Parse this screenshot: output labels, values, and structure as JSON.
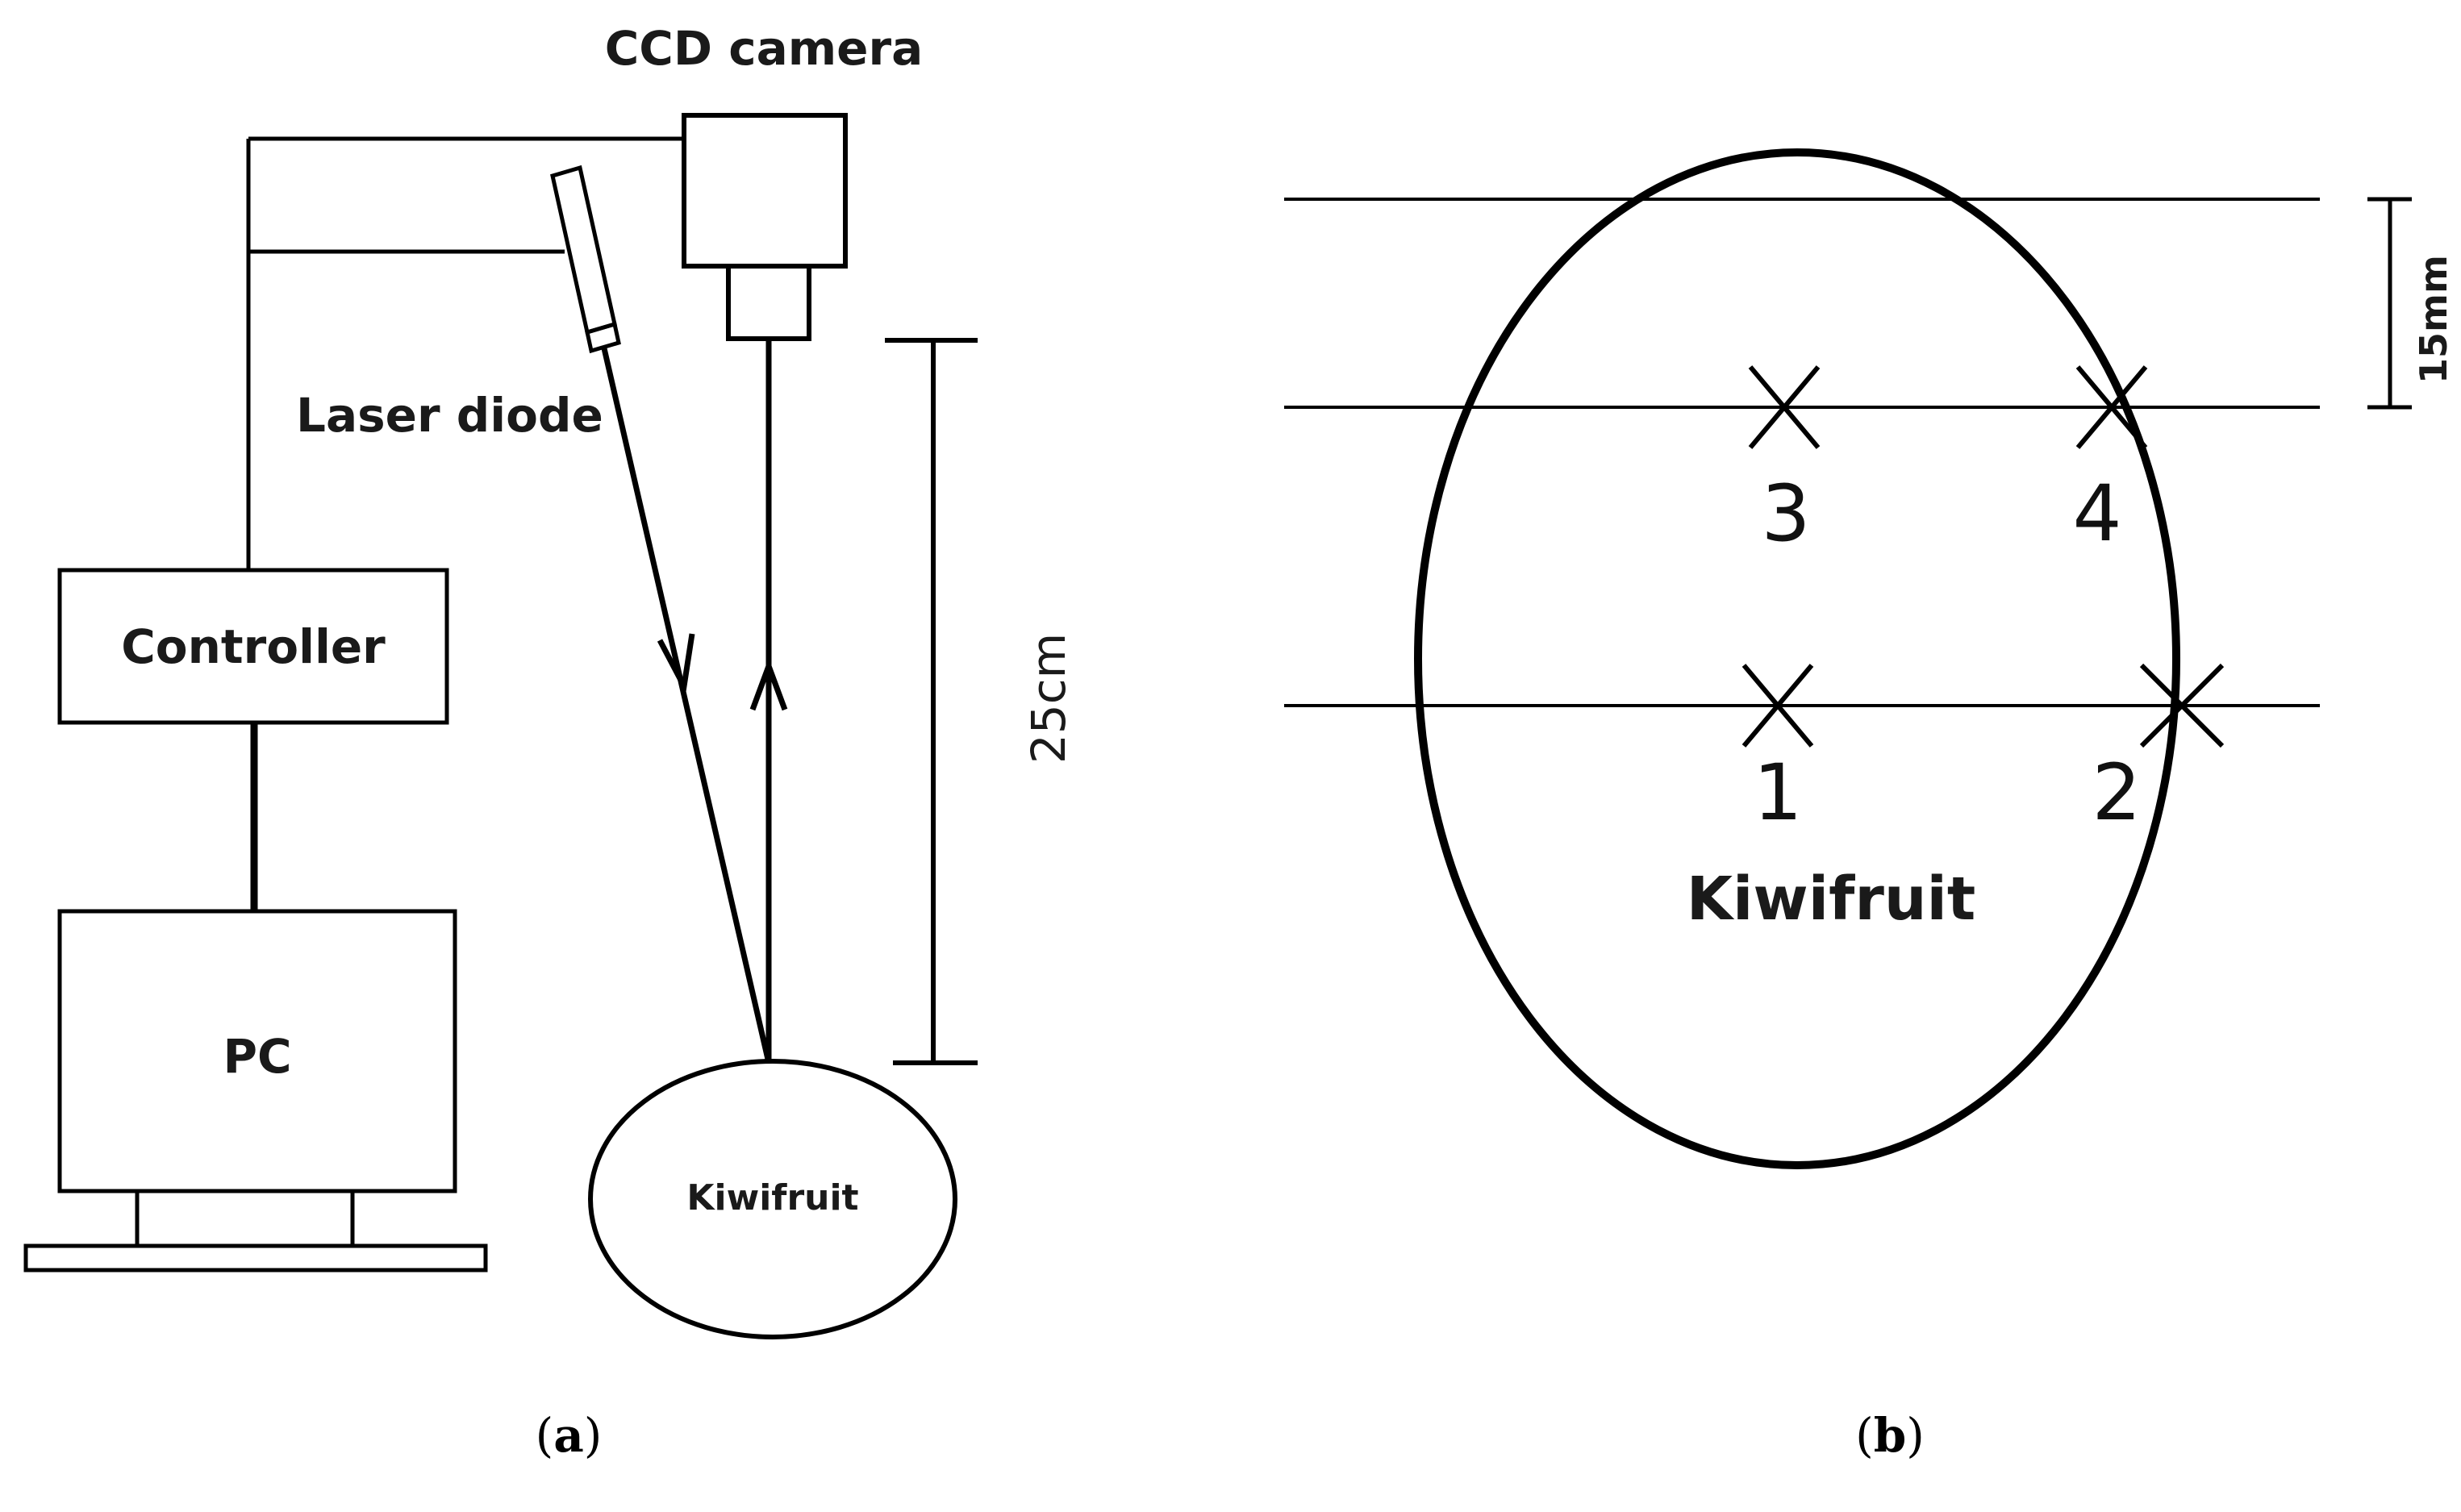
{
  "panel_a": {
    "camera_label": "CCD camera",
    "laser_label": "Laser diode",
    "controller_label": "Controller",
    "pc_label": "PC",
    "fruit_label": "Kiwifruit",
    "distance_label": "25cm",
    "caption": {
      "open": "(",
      "letter": "a",
      "close": ")"
    }
  },
  "panel_b": {
    "fruit_label": "Kiwifruit",
    "spacing_label": "15mm",
    "points": [
      "1",
      "2",
      "3",
      "4"
    ],
    "caption": {
      "open": "(",
      "letter": "b",
      "close": ")"
    }
  }
}
